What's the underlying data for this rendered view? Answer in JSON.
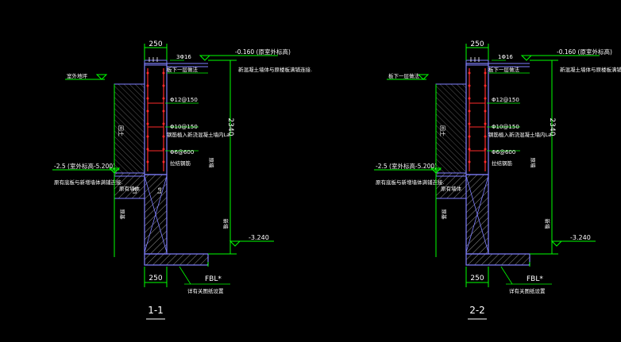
{
  "colors": {
    "background": "#000000",
    "dimension": "#00ff00",
    "wall": "#8080ff",
    "text": "#ffffff",
    "rebar": "#ff2a2a",
    "hatch": "#9a9a9a"
  },
  "sections": [
    {
      "id": "1-1",
      "title": "1-1",
      "top_width": "250",
      "bottom_width": "250",
      "top_elev": "-0.160 (原室外标高)",
      "top_note": "新混凝土墙体与原楼板满铺连接.",
      "top_bar": "3Φ16",
      "slab_note": "板下一层做法",
      "left_note": "室外地坪",
      "rebar_1": "Φ12@150",
      "rebar_2": "Φ10@150",
      "rebar_2_note": "钢筋植入新浇混凝土墙内La",
      "rebar_3": "Φ6@600",
      "rebar_3_note": "拉结钢筋",
      "soil_label": "回土",
      "mid_elev": "-2.5 (室外标高-5.200)",
      "mid_note": "原有底板与新增墙体满铺连接.",
      "lap_label": "La",
      "anchor_label": "La",
      "right_label_1": "原墙",
      "right_label_2": "新墙",
      "exist_note": "原有墙体",
      "base_label": "原基",
      "height_dim": "2340",
      "bottom_elev": "-3.240",
      "fbl": "FBL*",
      "fbl_note": "详有关图纸设置"
    },
    {
      "id": "2-2",
      "title": "2-2",
      "top_width": "250",
      "bottom_width": "250",
      "top_elev": "-0.160 (原室外标高)",
      "top_note": "新混凝土墙体与原楼板满铺连接.",
      "top_bar": "1Φ16",
      "slab_note": "板下一层做法",
      "left_note": "板下一层做法",
      "rebar_1": "Φ12@150",
      "rebar_2": "Φ10@150",
      "rebar_2_note": "钢筋植入新浇混凝土墙内La",
      "rebar_3": "Φ6@600",
      "rebar_3_note": "拉结钢筋",
      "soil_label": "回土",
      "mid_elev": "-2.5 (室外标高-5.200)",
      "mid_note": "原有底板与新增墙体满铺连接.",
      "lap_label": "",
      "anchor_label": "",
      "right_label_1": "原墙",
      "right_label_2": "新墙",
      "exist_note": "原有墙体",
      "base_label": "原基",
      "height_dim": "2340",
      "bottom_elev": "-3.240",
      "fbl": "FBL*",
      "fbl_note": "详有关图纸设置"
    }
  ]
}
